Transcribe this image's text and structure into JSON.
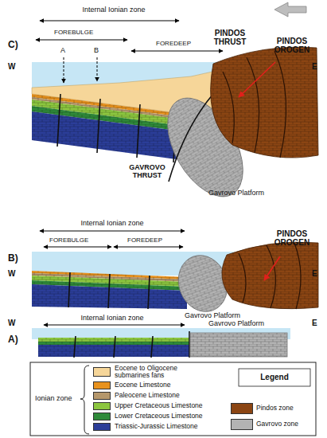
{
  "diagram": {
    "labels": [
      "C)",
      "W",
      "E",
      "Internal Ionian zone",
      "FOREBULGE",
      "A",
      "B",
      "FOREDEEP",
      "PINDOS THRUST",
      "PINDOS OROGEN",
      "GAVROVO THRUST",
      "Gavrovo Platform",
      "B)",
      "W",
      "E",
      "Internal Ionian zone",
      "FOREBULGE",
      "FOREDEEP",
      "PINDOS OROGEN",
      "Gavrovo Platform",
      "A)",
      "W",
      "E",
      "Internal Ionian zone",
      "Gavrovo Platform",
      "Ionian zone",
      "Legend"
    ],
    "legend": [
      {
        "text": "Eocene to Oligocene submarines fans",
        "color": "#f6d699"
      },
      {
        "text": "Eocene Limestone",
        "color": "#e8921e"
      },
      {
        "text": "Paleocene Limestone",
        "color": "#b5976b"
      },
      {
        "text": "Upper Cretaceous Limestone",
        "color": "#8cc63f"
      },
      {
        "text": "Lower Cretaceous Limestone",
        "color": "#2f8a3a"
      },
      {
        "text": "Triassic-Jurassic Limestone",
        "color": "#2b3d98"
      },
      {
        "text": "Pindos zone",
        "color": "#8b4513"
      },
      {
        "text": "Gavrovo zone",
        "color": "#b3b3b3"
      }
    ]
  }
}
